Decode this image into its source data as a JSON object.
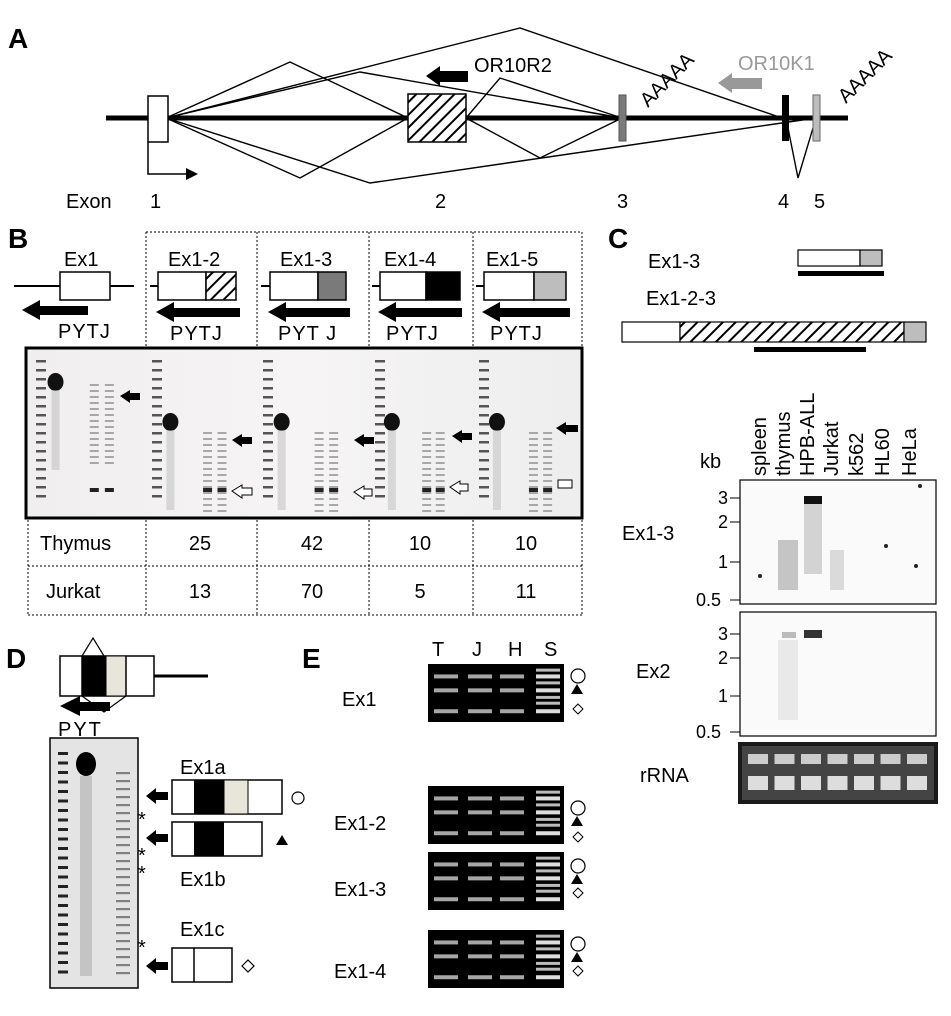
{
  "panel_a": {
    "letter": "A",
    "gene_right": "OR10R2",
    "gene_gray": "OR10K1",
    "polya_1": "AAAAA",
    "polya_2": "AAAAA",
    "exon_label": "Exon",
    "exon_numbers": [
      "1",
      "2",
      "3",
      "4",
      "5"
    ]
  },
  "panel_b": {
    "letter": "B",
    "constructs": [
      "Ex1",
      "Ex1-2",
      "Ex1-3",
      "Ex1-4",
      "Ex1-5"
    ],
    "lane_labels": [
      "P",
      "Y",
      "T",
      "J"
    ],
    "row_labels": [
      "Thymus",
      "Jurkat"
    ],
    "thymus_values": [
      "25",
      "42",
      "10",
      "10"
    ],
    "jurkat_values": [
      "13",
      "70",
      "5",
      "11"
    ]
  },
  "panel_c": {
    "letter": "C",
    "probe_1": "Ex1-3",
    "probe_2": "Ex1-2-3",
    "kb_label": "kb",
    "lanes": [
      "spleen",
      "thymus",
      "HPB-ALL",
      "Jurkat",
      "k562",
      "HL60",
      "HeLa"
    ],
    "blot_labels": [
      "Ex1-3",
      "Ex2",
      "rRNA"
    ],
    "ticks": [
      "3",
      "2",
      "1",
      "0.5"
    ]
  },
  "panel_d": {
    "letter": "D",
    "lane_labels": [
      "P",
      "Y",
      "T"
    ],
    "isoforms": [
      "Ex1a",
      "Ex1b",
      "Ex1c"
    ]
  },
  "panel_e": {
    "letter": "E",
    "lanes": [
      "T",
      "J",
      "H",
      "S"
    ],
    "rows": [
      "Ex1",
      "Ex1-2",
      "Ex1-3",
      "Ex1-4"
    ]
  },
  "colors": {
    "exon3": "#7a7a7a",
    "exon5": "#bdbdbd",
    "gray_arrow": "#999999",
    "gel_bg": "#ececec"
  }
}
